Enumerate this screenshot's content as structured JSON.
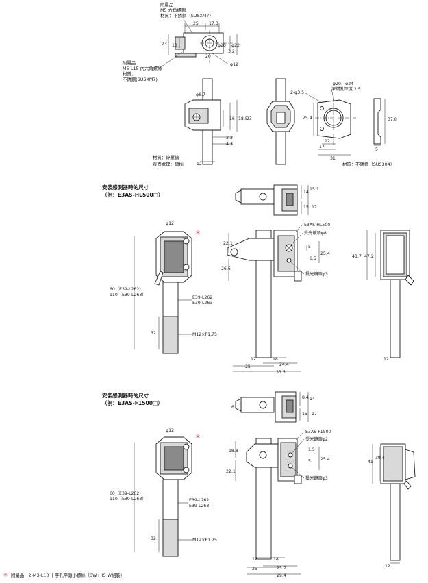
{
  "bracket_top": {
    "accessory1": [
      "附屬品",
      "M5 六角螺帽",
      "材質：不銹鋼（SUSXM7）"
    ],
    "accessory2": [
      "附屬品",
      "M5-L15 內六角螺絲",
      "材質：",
      "不銹鋼(SUSXM7)"
    ],
    "dims": {
      "w25": "25",
      "w17_3": "17.3",
      "h23": "23",
      "h13": "13",
      "phi20": "φ20",
      "phi22": "φ22",
      "d3_2": "3.2",
      "d20": "20",
      "phi12": "φ12"
    }
  },
  "bracket_views": {
    "dims": {
      "phi8_7": "φ8.7",
      "d16": "16",
      "d18_5": "18.5",
      "d23": "23",
      "d3_3": "3.3",
      "d4_3": "4.3",
      "d12": "12"
    },
    "material": [
      "材質：鋅壓鑄",
      "表面處理：鍍Ni"
    ]
  },
  "plate": {
    "hole_note": "2-φ3.5",
    "counterbore_note": [
      "φ20、φ24",
      "深鑽孔深度 2.5"
    ],
    "dims": {
      "d25_4": "25.4",
      "d12": "12",
      "d17": "17",
      "d31": "31",
      "d37_8": "37.8",
      "d5": "5"
    },
    "material": "材質：不銹鋼（SUS304）"
  },
  "section1": {
    "title": [
      "安裝感測器時的尺寸",
      "（例：E3AS-HL500□）"
    ],
    "model": "E3AS-HL500",
    "rx_note": "受光鏡頭φ8",
    "tx_note": "投光鏡頭φ3",
    "length_note": [
      "60（E39-L262）",
      "110（E39-L263）"
    ],
    "part_labels": [
      "E39-L262",
      "E39-L263"
    ],
    "thread": "M12×P1.75",
    "dims": {
      "phi12": "φ12",
      "d32": "32",
      "d14": "14",
      "d15_1": "15.1",
      "d15": "15",
      "d17": "17",
      "d22_1": "22.1",
      "d26_6": "26.6",
      "d5": "5",
      "d6_5": "6.5",
      "d25_4": "25.4",
      "d12": "12",
      "d18": "18",
      "d25": "25",
      "d24_4": "24.4",
      "d33_5": "33.5",
      "d48_7": "48.7",
      "d47_2": "47.2",
      "d12b": "12"
    }
  },
  "section2": {
    "title": [
      "安裝感測器時的尺寸",
      "（例：E3AS-F1500□）"
    ],
    "model": "E3AS-F1500",
    "rx_note": "受光鏡頭φ2",
    "tx_note": "投光鏡頭φ3",
    "length_note": [
      "60（E39-L262）",
      "110（E39-L263）"
    ],
    "part_labels": [
      "E39-L262",
      "E39-L263"
    ],
    "thread": "M12×P1.75",
    "dims": {
      "phi12": "φ12",
      "d32": "32",
      "d6": "6",
      "d8_4": "8.4",
      "d14": "14",
      "d15": "15",
      "d17": "17",
      "d18_8": "18.8",
      "d22_1": "22.1",
      "d1_5": "1.5",
      "d5": "5",
      "d25_4": "25.4",
      "d12": "12",
      "d18": "18",
      "d25": "25",
      "d23_7": "23.7",
      "d29_4": "29.4",
      "d41": "41",
      "d39_4": "39.4",
      "d12b": "12"
    }
  },
  "footnote": {
    "mark": "＊",
    "text": "附屬品　2-M3-L10 十字孔平頭小螺絲（SW+JIS W組裝）"
  },
  "colors": {
    "line": "#1a1a1a",
    "accent": "#d4262a",
    "fill": "#d9d9d9"
  }
}
